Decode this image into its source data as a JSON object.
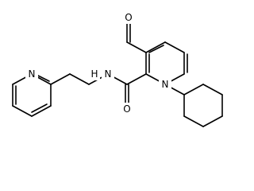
{
  "diagram": {
    "type": "skeletal-structure",
    "colors": {
      "bond": "#000000",
      "label": "#000000",
      "background": "#ffffff"
    },
    "atom_labels": {
      "ketone_O": "O",
      "amide_O": "O",
      "amide_N": "N",
      "amide_H": "H",
      "ring_N": "N",
      "pyridine_N": "N"
    }
  }
}
